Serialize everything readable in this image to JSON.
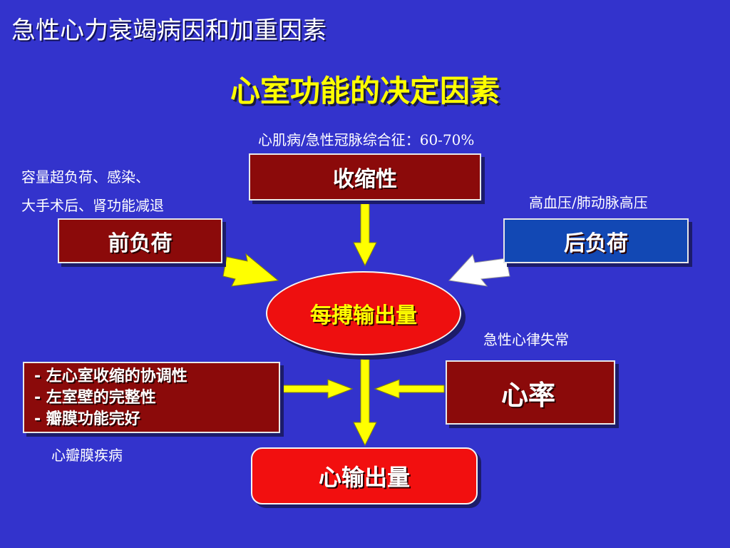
{
  "slide_title": "急性心力衰竭病因和加重因素",
  "main_title": "心室功能的决定因素",
  "notes": {
    "myocardial": "心肌病/急性冠脉综合征：60-70%",
    "preload_causes_line1": "容量超负荷、感染、",
    "preload_causes_line2": "大手术后、肾功能减退",
    "afterload_causes": "高血压/肺动脉高压",
    "arrhythmia": "急性心律失常",
    "valve_disease": "心瓣膜疾病"
  },
  "boxes": {
    "contractility": "收缩性",
    "preload": "前负荷",
    "afterload": "后负荷",
    "stroke_volume": "每搏输出量",
    "heart_rate": "心率",
    "cardiac_output": "心输出量",
    "mechanics": [
      "- 左心室收缩的协调性",
      "- 左室壁的完整性",
      "- 瓣膜功能完好"
    ]
  },
  "colors": {
    "background": "#3333cc",
    "title_yellow": "#ffff00",
    "dark_red": "#8b0a0a",
    "bright_red": "#f20f0f",
    "dark_blue": "#1248b4",
    "arrow_yellow": "#ffff00",
    "arrow_white": "#ffffff"
  }
}
